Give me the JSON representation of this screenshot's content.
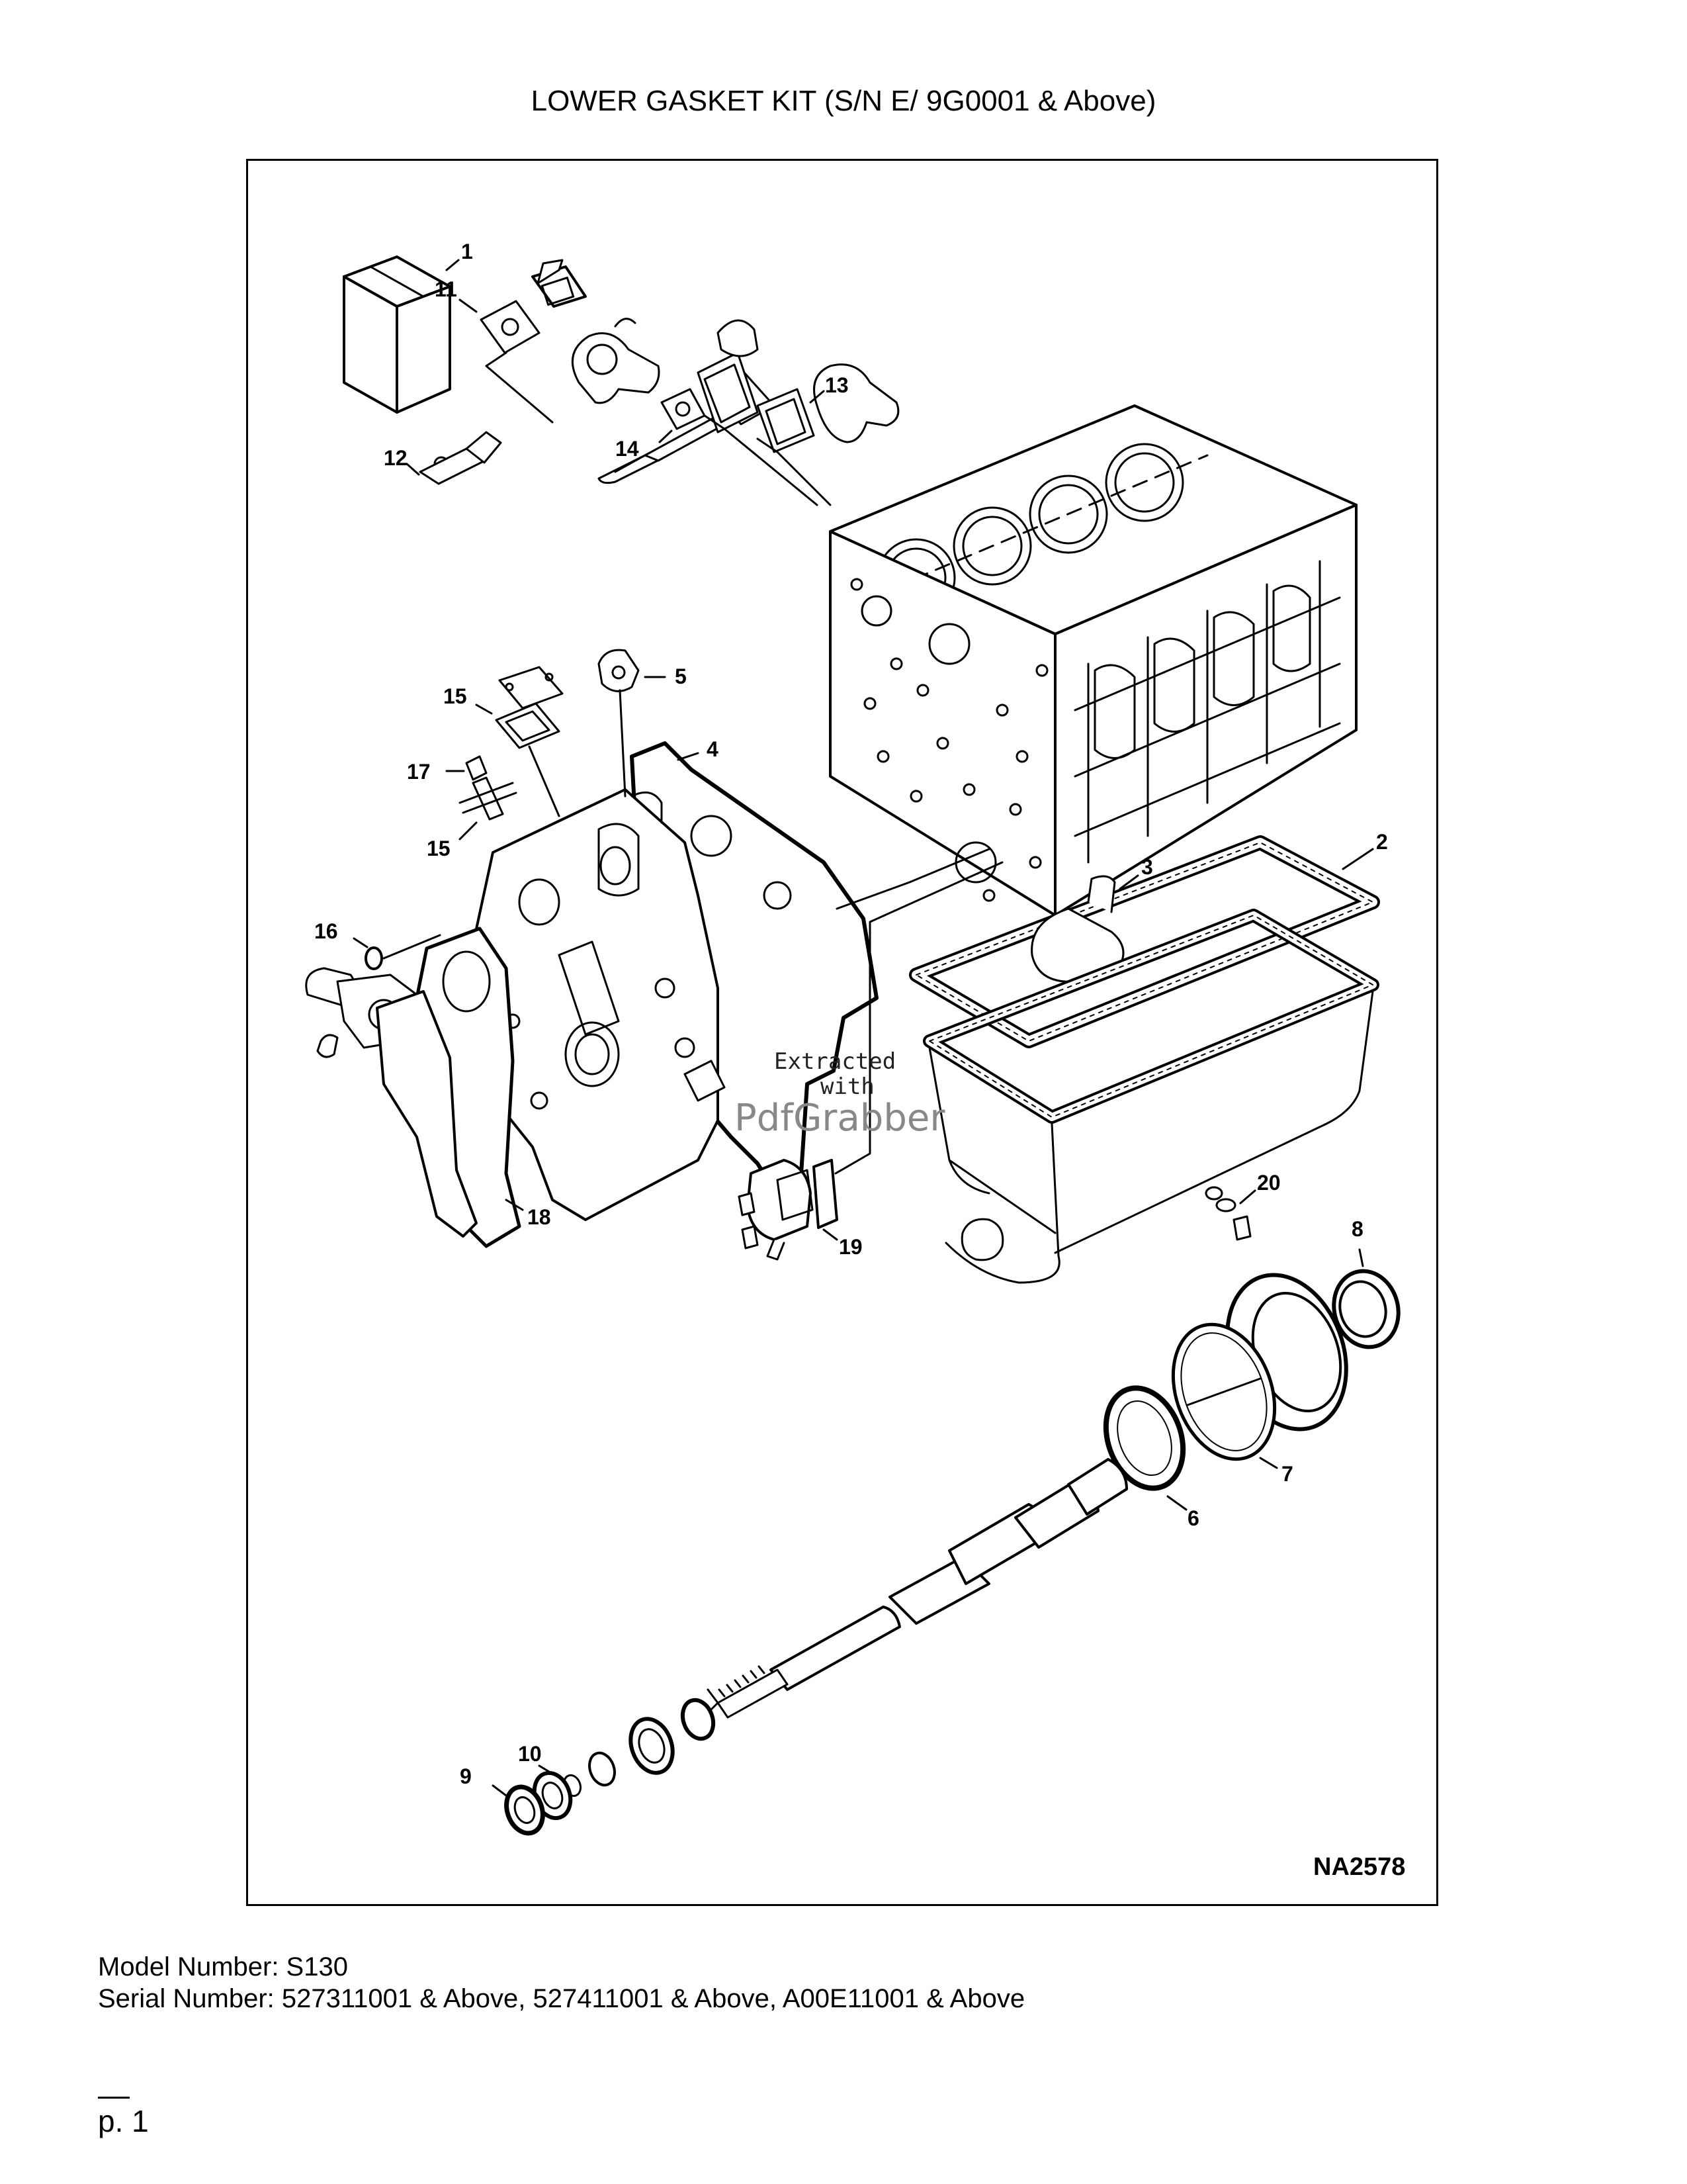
{
  "page": {
    "title": "LOWER GASKET KIT (S/N E/ 9G0001 & Above)",
    "figure_code": "NA2578",
    "watermark": {
      "line1": "Extracted",
      "line2": "with",
      "line3": "PdfGrabber"
    },
    "model_number": "Model Number: S130",
    "serial_number": "Serial Number: 527311001 & Above, 527411001 & Above, A00E11001 & Above",
    "page_number": "p. 1"
  },
  "callouts": {
    "c1": "1",
    "c2": "2",
    "c3": "3",
    "c4": "4",
    "c5": "5",
    "c6": "6",
    "c7": "7",
    "c8": "8",
    "c9": "9",
    "c10": "10",
    "c11": "11",
    "c12": "12",
    "c13": "13",
    "c14": "14",
    "c15a": "15",
    "c15b": "15",
    "c16": "16",
    "c17": "17",
    "c18": "18",
    "c19": "19",
    "c20": "20"
  }
}
